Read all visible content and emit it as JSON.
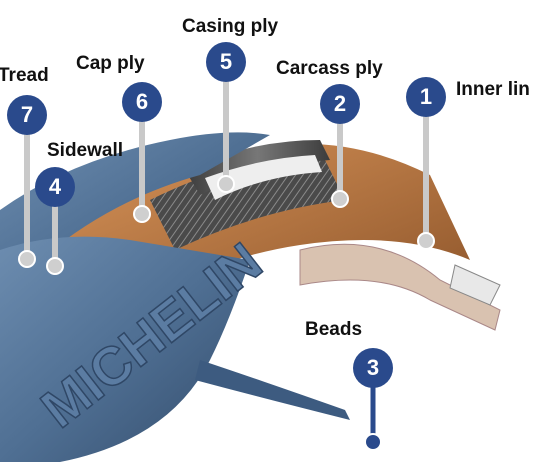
{
  "colors": {
    "badge": "#2a4a8c",
    "leader": "#c9c9c9",
    "tread": "#4f6f93",
    "carcass": "#b8743d",
    "steel": "#5a5a5a"
  },
  "callouts": [
    {
      "id": "inner-liner",
      "number": "1",
      "label": "Inner lin"
    },
    {
      "id": "carcass-ply",
      "number": "2",
      "label": "Carcass ply"
    },
    {
      "id": "beads",
      "number": "3",
      "label": "Beads"
    },
    {
      "id": "sidewall",
      "number": "4",
      "label": "Sidewall"
    },
    {
      "id": "casing-ply",
      "number": "5",
      "label": "Casing ply"
    },
    {
      "id": "cap-ply",
      "number": "6",
      "label": "Cap ply"
    },
    {
      "id": "tread",
      "number": "7",
      "label": "Tread"
    }
  ],
  "brand_text": "MICHELIN"
}
